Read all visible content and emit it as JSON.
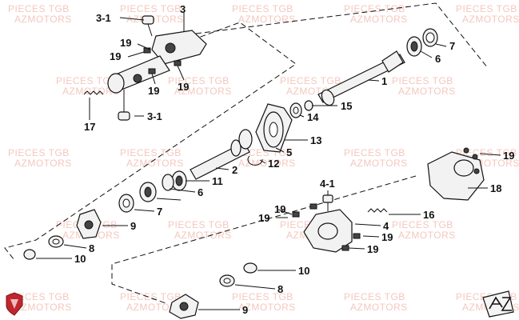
{
  "watermark": {
    "line1": "PIECES TGB",
    "line2": "AZMOTORS"
  },
  "labels": {
    "l_3_1_top": "3-1",
    "l_3": "3",
    "l_19_a": "19",
    "l_19_b": "19",
    "l_19_c": "19",
    "l_19_d": "19",
    "l_17": "17",
    "l_3_1_bottom": "3-1",
    "l_7_top": "7",
    "l_6_top": "6",
    "l_1": "1",
    "l_15": "15",
    "l_14": "14",
    "l_13": "13",
    "l_5": "5",
    "l_12": "12",
    "l_2": "2",
    "l_11": "11",
    "l_6_mid": "6",
    "l_7_mid": "7",
    "l_9_left": "9",
    "l_8_left": "8",
    "l_10_left": "10",
    "l_19_cover": "19",
    "l_18": "18",
    "l_4_1": "4-1",
    "l_19_e": "19",
    "l_19_f": "19",
    "l_16": "16",
    "l_4": "4",
    "l_19_g": "19",
    "l_19_h": "19",
    "l_10_bottom": "10",
    "l_8_bottom": "8",
    "l_9_bottom": "9"
  },
  "colors": {
    "watermark": "#f4c7bd",
    "logo_red": "#c0272d"
  },
  "icons": {
    "brand_logo": "tgb-shield-logo",
    "corner_logo": "az-logo"
  }
}
